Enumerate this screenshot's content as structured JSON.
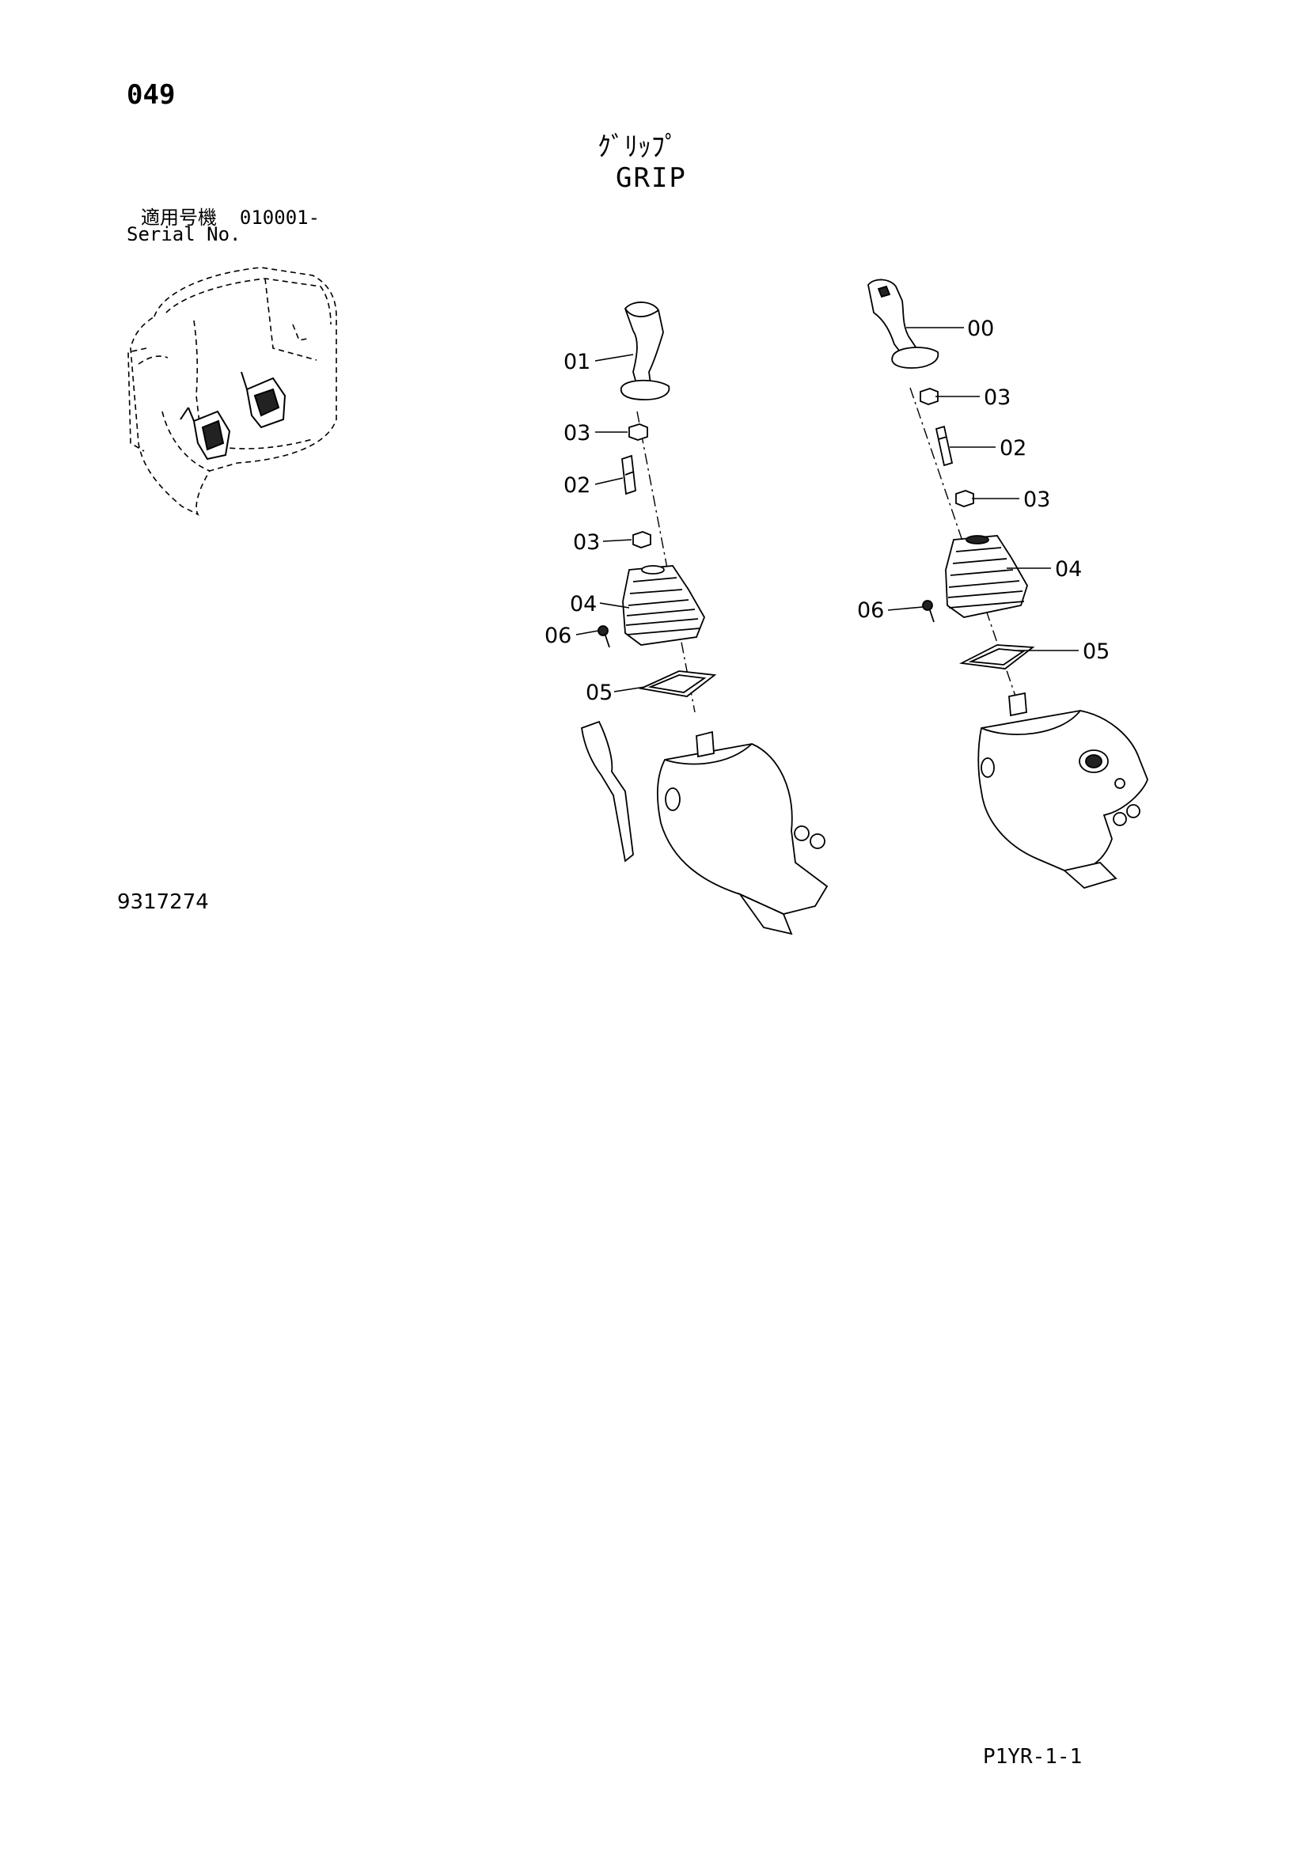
{
  "header": {
    "page_number": "049",
    "title_jp": "ｸﾞﾘｯﾌﾟ",
    "title_en": "GRIP",
    "serial_label_jp": "適用号機",
    "serial_value": "010001-",
    "serial_label_en": "Serial No."
  },
  "left_assembly": {
    "callouts": [
      "01",
      "03",
      "02",
      "03",
      "04",
      "06",
      "05"
    ]
  },
  "right_assembly": {
    "callouts": [
      "00",
      "03",
      "02",
      "03",
      "04",
      "06",
      "05"
    ]
  },
  "footer": {
    "document_number": "9317274",
    "page_code": "P1YR-1-1"
  }
}
